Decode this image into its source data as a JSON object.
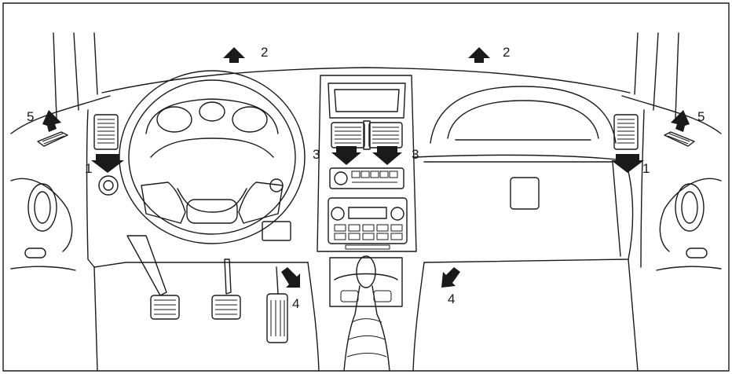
{
  "labels": {
    "defrost_left": "2",
    "defrost_right": "2",
    "side_window_left": "5",
    "side_window_right": "5",
    "side_vent_left": "1",
    "side_vent_right": "1",
    "center_vent_left": "3",
    "center_vent_right": "3",
    "footwell_left": "4",
    "footwell_right": "4"
  },
  "colors": {
    "ink": "#1a1a1a",
    "paper": "#ffffff"
  },
  "icons": [
    "airflow-arrow-icon"
  ]
}
